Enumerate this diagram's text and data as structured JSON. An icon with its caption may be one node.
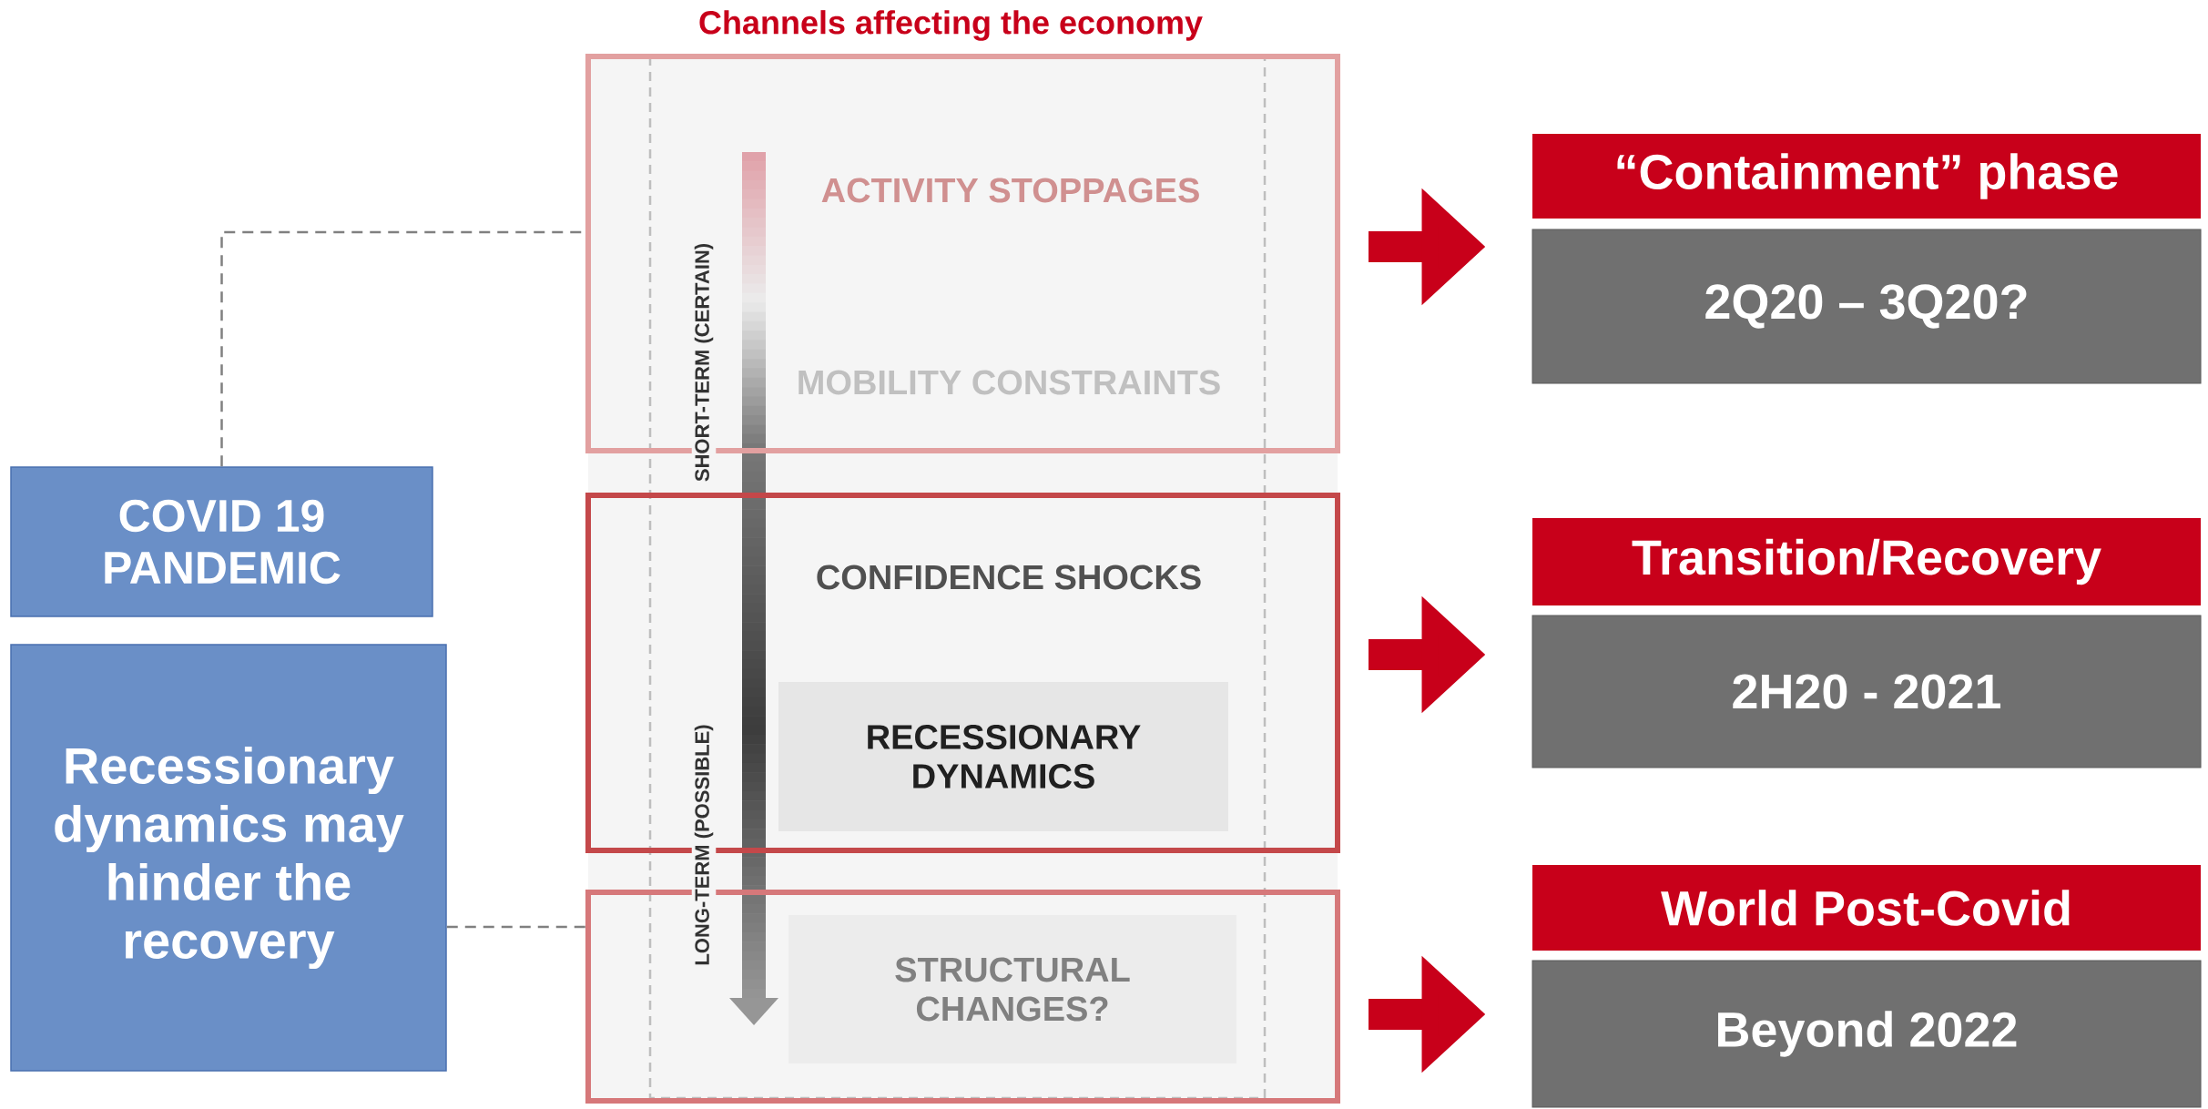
{
  "diagram": {
    "title": "Channels affecting the economy",
    "nodes": [
      {
        "text": [
          "COVID 19 PANDEMIC"
        ]
      },
      {
        "text": [
          "Recessionary dynamics may hinder the recovery"
        ]
      },
      {
        "text": [
          "ACTIVITY STOPPAGES",
          "MOBILITY CONSTRAINTS"
        ]
      },
      {
        "text": [
          "CONFIDENCE SHOCKS"
        ]
      },
      {
        "text": [
          "RECESSIONARY DYNAMICS"
        ],
        "in": 3
      },
      {
        "text": [],
        "shape": "box"
      },
      {
        "text": [
          "STRUCTURAL CHANGES?"
        ],
        "in": 5
      },
      {
        "text": [
          "“Containment” phase"
        ]
      },
      {
        "text": [
          "2Q20 – 3Q20?"
        ]
      },
      {
        "text": [
          "Transition/Recovery"
        ]
      },
      {
        "text": [
          "2H20 - 2021"
        ]
      },
      {
        "text": [
          "World Post-Covid"
        ]
      },
      {
        "text": [
          "Beyond 2022"
        ]
      }
    ],
    "edges": [
      {
        "from": 0,
        "to": 2,
        "arrow": "none",
        "style": "dashed",
        "color": "#808080"
      },
      {
        "from": 1,
        "to": 5,
        "arrow": "none",
        "style": "dashed",
        "color": "#808080"
      },
      {
        "from": 2,
        "to": 8,
        "arrow": "to"
      },
      {
        "from": 3,
        "to": 10,
        "arrow": "to"
      },
      {
        "from": 5,
        "to": 12,
        "arrow": "to"
      }
    ],
    "labels": [
      "SHORT-TERM (CERTAIN)",
      "LONG-TERM (POSSIBLE)"
    ]
  }
}
